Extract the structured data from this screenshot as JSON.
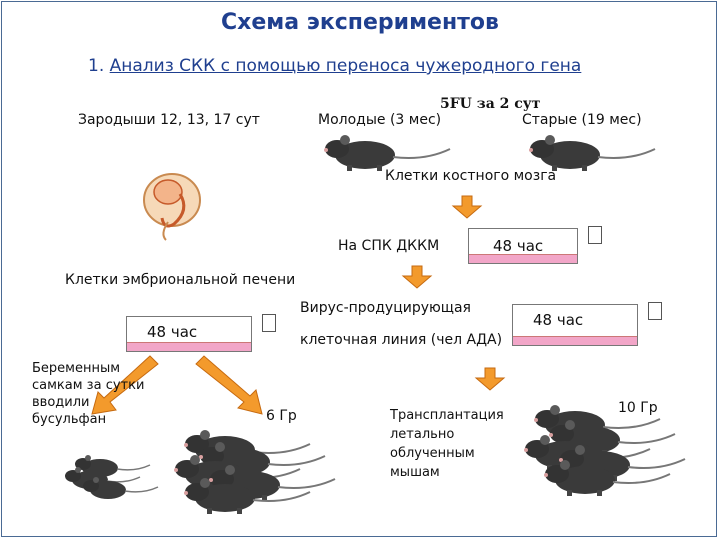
{
  "title": "Схема экспериментов",
  "subtitle": {
    "number": "1.",
    "text": "Анализ СКК с помощью переноса чужеродного гена"
  },
  "labels": {
    "embryos": "Зародыши 12, 13, 17 сут",
    "treatment": "5FU за 2 сут",
    "young": "Молодые (3 мес)",
    "old": "Старые (19 мес)",
    "bone_marrow": "Клетки костного мозга",
    "cfu": "На СПК ДККМ",
    "fetal_liver": "Клетки эмбриональной печени",
    "virus_line_1": "Вирус-продуцирующая",
    "virus_line_2": "клеточная линия (чел АДА)",
    "pregnant": [
      "Беременным",
      "самкам за сутки",
      "вводили",
      "бусульфан"
    ],
    "dose_6": "6 Гр",
    "dose_10": "10 Гр",
    "transplant": [
      "Трансплантация",
      "летально",
      "облученным",
      "мышам"
    ]
  },
  "dishes": {
    "culture_1": "48 час",
    "culture_2": "48 час",
    "culture_3": "48 час"
  },
  "colors": {
    "title": "#1f3f8f",
    "arrow": "#f39a2c",
    "dish_medium": "#f2a6c8",
    "mouse": "#3a3a3a"
  }
}
